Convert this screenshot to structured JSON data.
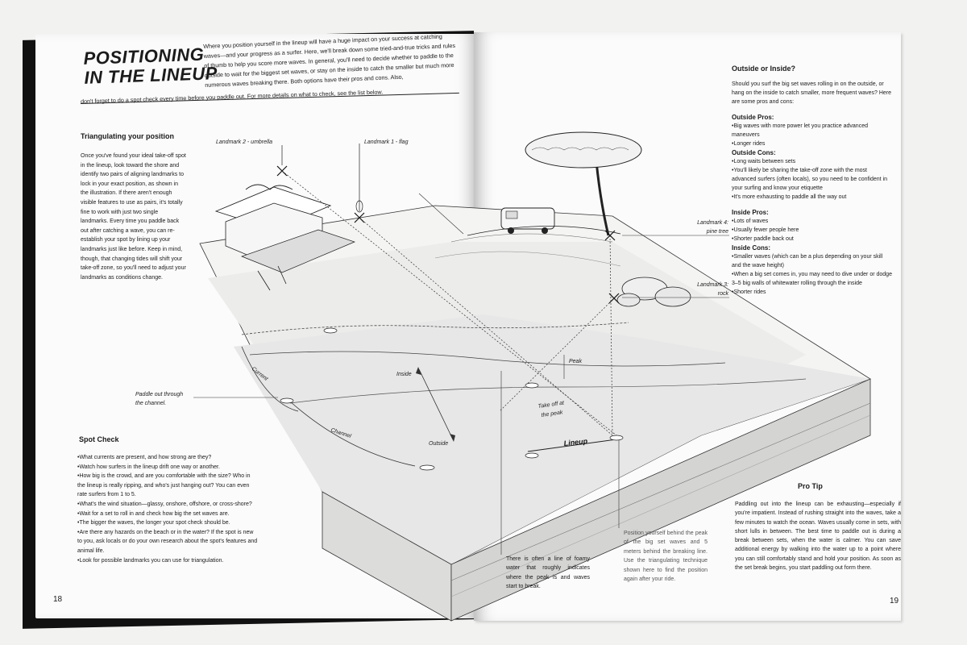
{
  "title": {
    "line1": "POSITIONING",
    "line2": "IN THE LINEUP"
  },
  "intro": "Where you position yourself in the lineup will have a huge impact on your success at catching waves—and your progress as a surfer. Here, we'll break down some tried-and-true tricks and rules of thumb to help you score more waves. In general, you'll need to decide whether to paddle to the outside to wait for the biggest set waves, or stay on the inside to catch the smaller but much more numerous waves breaking there. Both options have their pros and cons. Also,",
  "intro_tail": "don't forget to do a spot check every time before you paddle out. For more details on what to check, see the list below.",
  "triangulating": {
    "heading": "Triangulating your position",
    "text": "Once you've found your ideal take-off spot in the lineup, look toward the shore and identify two pairs of aligning landmarks to lock in your exact position, as shown in the illustration. If there aren't enough visible features to use as pairs, it's totally fine to work with just two single landmarks. Every time you paddle back out after catching a wave, you can re-establish your spot by lining up your landmarks just like before. Keep in mind, though, that changing tides will shift your take-off zone, so you'll need to adjust your landmarks as conditions change."
  },
  "spot_check": {
    "heading": "Spot Check",
    "items": [
      "What currents are present, and how strong are they?",
      "Watch how surfers in the lineup drift one way or another.",
      "How big is the crowd, and are you comfortable with the size? Who in the lineup is really ripping, and who's just hanging out? You can even rate surfers from 1 to 5.",
      "What's the wind situation—glassy, onshore, offshore, or cross-shore?",
      "Wait for a set to roll in and check how big the set waves are.",
      "The bigger the waves, the longer your spot check should be.",
      "Are there any hazards on the beach or in the water? If the spot is new to you, ask locals or do your own research about the spot's features and animal life.",
      "Look for possible landmarks you can use for triangulation."
    ]
  },
  "labels": {
    "landmark2": "Landmark 2 - umbrella",
    "landmark1": "Landmark 1 - flag",
    "landmark4a": "Landmark 4:",
    "landmark4b": "pine tree",
    "landmark3a": "Landmark 3:",
    "landmark3b": "rock",
    "paddle_out_a": "Paddle out through",
    "paddle_out_b": "the channel.",
    "current": "Current",
    "inside": "Inside",
    "outside": "Outside",
    "channel": "Channel",
    "peak": "Peak",
    "takeoff_a": "Take off at",
    "takeoff_b": "the peak",
    "lineup": "Lineup"
  },
  "foamy_note": "There is often a line of foamy water that roughly indicates where the peak is and waves start to break.",
  "behind_note": "Position yourself behind the peak of the big set waves and 5 meters behind the breaking line. Use the triangulating technique shown here to find the position again after your ride.",
  "outside_inside": {
    "heading": "Outside or Inside?",
    "intro": "Should you surf the big set waves rolling in on the outside, or hang on the inside to catch smaller, more frequent waves? Here are some pros and cons:",
    "outside_pros_h": "Outside Pros:",
    "outside_pros": [
      "Big waves with more power let you practice advanced maneuvers",
      "Longer rides"
    ],
    "outside_cons_h": "Outside Cons:",
    "outside_cons": [
      "Long waits between sets",
      "You'll likely be sharing the take-off zone with the most advanced surfers (often locals), so you need to be confident in your surfing and know your etiquette",
      "It's more exhausting to paddle all the way out"
    ],
    "inside_pros_h": "Inside Pros:",
    "inside_pros": [
      "Lots of waves",
      "Usually fewer people here",
      "Shorter paddle back out"
    ],
    "inside_cons_h": "Inside Cons:",
    "inside_cons": [
      "Smaller waves (which can be a plus depending on your skill and the wave height)",
      "When a big set comes in, you may need to dive under or dodge 3–5 big walls of whitewater rolling through the inside",
      "Shorter rides"
    ]
  },
  "pro_tip": {
    "heading": "Pro Tip",
    "text": "Paddling out into the lineup can be exhausting—especially if you're impatient. Instead of rushing straight into the waves, take a few minutes to watch the ocean. Waves usually come in sets, with short lulls in between. The best time to paddle out is during a break between sets, when the water is calmer. You can save additional energy by walking into the water up to a point where you can still comfortably stand and hold your position. As soon as the set break begins, you start paddling out form there."
  },
  "page_numbers": {
    "left": "18",
    "right": "19"
  }
}
